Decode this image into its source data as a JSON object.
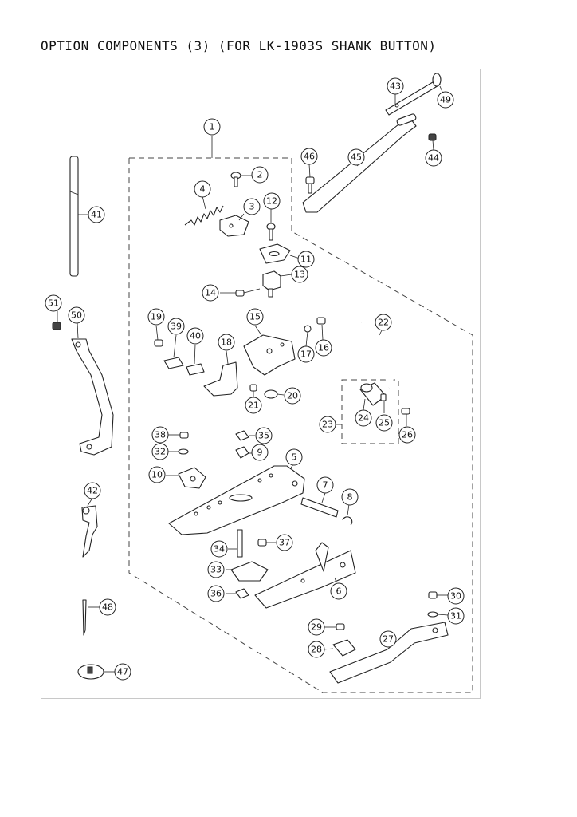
{
  "title": "OPTION COMPONENTS (3) (FOR LK-1903S SHANK BUTTON)",
  "callouts": {
    "c1": "1",
    "c2": "2",
    "c3": "3",
    "c4": "4",
    "c5": "5",
    "c6": "6",
    "c7": "7",
    "c8": "8",
    "c9": "9",
    "c10": "10",
    "c11": "11",
    "c12": "12",
    "c13": "13",
    "c14": "14",
    "c15": "15",
    "c16": "16",
    "c17": "17",
    "c18": "18",
    "c19": "19",
    "c20": "20",
    "c21": "21",
    "c22": "22",
    "c23": "23",
    "c24": "24",
    "c25": "25",
    "c26": "26",
    "c27": "27",
    "c28": "28",
    "c29": "29",
    "c30": "30",
    "c31": "31",
    "c32": "32",
    "c33": "33",
    "c34": "34",
    "c35": "35",
    "c36": "36",
    "c37": "37",
    "c38": "38",
    "c39": "39",
    "c40": "40",
    "c41": "41",
    "c42": "42",
    "c43": "43",
    "c44": "44",
    "c45": "45",
    "c46": "46",
    "c47": "47",
    "c48": "48",
    "c49": "49",
    "c50": "50",
    "c51": "51"
  }
}
